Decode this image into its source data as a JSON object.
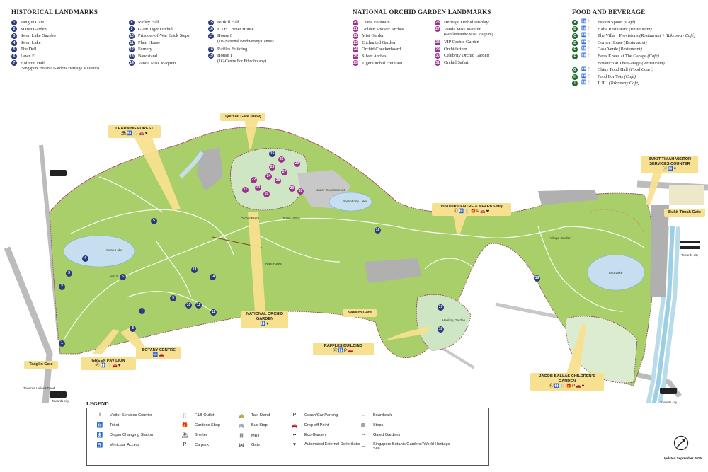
{
  "historical": {
    "title": "HISTORICAL LANDMARKS",
    "col1": [
      {
        "n": "1",
        "t": "Tanglin Gate"
      },
      {
        "n": "2",
        "t": "Marsh Garden"
      },
      {
        "n": "3",
        "t": "Swan Lake Gazebo"
      },
      {
        "n": "4",
        "t": "Swan Lake"
      },
      {
        "n": "5",
        "t": "The Dell"
      },
      {
        "n": "6",
        "t": "Lawn E"
      },
      {
        "n": "7",
        "t": "Holttum Hall",
        "s": "(Singapore Botanic Gardens Heritage Museum)"
      }
    ],
    "col2": [
      {
        "n": "8",
        "t": "Ridley Hall"
      },
      {
        "n": "9",
        "t": "Giant Tiger Orchid"
      },
      {
        "n": "10",
        "t": "Prisoner-of-War Brick Steps"
      },
      {
        "n": "11",
        "t": "Plant House"
      },
      {
        "n": "12",
        "t": "Fernery"
      },
      {
        "n": "13",
        "t": "Bandstand"
      },
      {
        "n": "14",
        "t": "Vanda Miss Joaquim"
      }
    ],
    "col3": [
      {
        "n": "15",
        "t": "Burkill Hall"
      },
      {
        "n": "16",
        "t": "E J H Corner House"
      },
      {
        "n": "17",
        "t": "House 6",
        "s": "(1B-National Biodiversity Centre)"
      },
      {
        "n": "18",
        "t": "Raffles Building"
      },
      {
        "n": "19",
        "t": "House 1",
        "s": "(1G-Centre For Ethnobotany)"
      }
    ]
  },
  "orchid": {
    "title": "NATIONAL ORCHID GARDEN LANDMARKS",
    "col1": [
      {
        "n": "20",
        "t": "Crane Fountain"
      },
      {
        "n": "21",
        "t": "Golden Shower Arches"
      },
      {
        "n": "22",
        "t": "Mist Garden"
      },
      {
        "n": "23",
        "t": "Enchanted Garden"
      },
      {
        "n": "24",
        "t": "Orchid Checkerboard"
      },
      {
        "n": "25",
        "t": "Silver Arches"
      },
      {
        "n": "25",
        "t": "Tiger Orchid Fountain"
      }
    ],
    "col2": [
      {
        "n": "26",
        "t": "Heritage Orchid Display"
      },
      {
        "n": "27",
        "t": "Vanda Miss Joaquim",
        "s": "(Papilionanthe Miss Joaquim)"
      },
      {
        "n": "28",
        "t": "VIP Orchid Garden"
      },
      {
        "n": "29",
        "t": "Orchidarium"
      },
      {
        "n": "30",
        "t": "Celebrity Orchid Garden"
      },
      {
        "n": "31",
        "t": "Orchid Safari"
      }
    ]
  },
  "food": {
    "title": "FOOD AND BEVERAGE",
    "items": [
      {
        "n": "A",
        "t": "Fusion Spoon",
        "i": "(Café)"
      },
      {
        "n": "B",
        "t": "Halia Restaurant",
        "i": "(Restaurant)"
      },
      {
        "n": "C",
        "t": "The Villa + Provisions",
        "i": "(Restaurant + Takeaway Café)"
      },
      {
        "n": "D",
        "t": "Corner House",
        "i": "(Restaurant)"
      },
      {
        "n": "E",
        "t": "Casa Verde",
        "i": "(Restaurant)"
      },
      {
        "n": "F",
        "t": "Bee's Knees at The Garage",
        "i": "(Café)",
        "t2": "Botanico at The Garage",
        "i2": "(Restaurant)"
      },
      {
        "n": "G",
        "t": "Chiny Food Hall",
        "i": "(Food Court)"
      },
      {
        "n": "H",
        "t": "Food For Tots",
        "i": "(Café)"
      },
      {
        "n": "I",
        "t": "JUJU",
        "i": "(Takeaway Café)"
      }
    ]
  },
  "callouts": {
    "learning_forest": "LEARNING FOREST",
    "tyersall_gate": "Tyersall Gate (New)",
    "visitor_centre": "VISITOR CENTRE & NPARKS HQ",
    "bukit_timah_centre": "BUKIT TIMAH VISITOR SERVICES COUNTER",
    "bukit_timah_gate": "Bukit Timah Gate",
    "national_orchid": "NATIONAL ORCHID GARDEN",
    "nassim_gate": "Nassim Gate",
    "raffles_building": "RAFFLES BUILDING",
    "botany_centre": "BOTANY CENTRE",
    "green_pavilion": "GREEN PAVILION",
    "tanglin_gate": "Tanglin Gate",
    "jacob_ballas": "JACOB BALLAS CHILDREN'S GARDEN"
  },
  "map_labels": {
    "swan_lake": "Swan Lake",
    "symphony_lake": "Symphony Lake",
    "eco_lake": "Eco-Lake",
    "palm_valley": "Palm Valley",
    "rain_forest": "Rain Forest",
    "under_development": "Under Development",
    "orchid_plaza": "Orchid Plaza",
    "healing_garden": "Healing Garden",
    "foliage_garden": "Foliage Garden",
    "lawn_e": "Lawn E",
    "towards_holland": "Towards Holland Road",
    "towards_city": "Towards city",
    "towards_city2": "Towards city",
    "towards_city3": "Towards city"
  },
  "legend": {
    "title": "LEGEND",
    "items": [
      {
        "sym": "i",
        "t": "Visitor Services Counter"
      },
      {
        "sym": "🚻",
        "t": "Toilet"
      },
      {
        "sym": "🚼",
        "t": "Diaper Changing Station"
      },
      {
        "sym": "♿",
        "t": "Vehicular Access"
      },
      {
        "sym": "🍴",
        "t": "F&B Outlet"
      },
      {
        "sym": "🎁",
        "t": "Gardens Shop"
      },
      {
        "sym": "⛱",
        "t": "Shelter"
      },
      {
        "sym": "P",
        "t": "Carpark"
      },
      {
        "sym": "🚕",
        "t": "Taxi Stand"
      },
      {
        "sym": "🚌",
        "t": "Bus Stop"
      },
      {
        "sym": "Ⓜ",
        "t": "MRT"
      },
      {
        "sym": "⋈",
        "t": "Gate"
      },
      {
        "sym": "P",
        "t": "Coach/Car Parking"
      },
      {
        "sym": "🚗",
        "t": "Drop-off Point"
      },
      {
        "sym": "┅",
        "t": "Eco-Garden"
      },
      {
        "sym": "♥",
        "t": "Automated External Defibrillator"
      },
      {
        "sym": "━",
        "t": "Boardwalk"
      },
      {
        "sym": "▥",
        "t": "Steps"
      },
      {
        "sym": "┄",
        "t": "Gated Gardens"
      },
      {
        "sym": "┈",
        "t": "Singapore Botanic Gardens' World Heritage Site"
      }
    ]
  },
  "updated": "Updated September 2016",
  "colors": {
    "park": "#a9cf6a",
    "orchid": "#cfe6c4",
    "water": "#c5dff0",
    "road": "#b8b8b8",
    "callout": "#f7e08f",
    "hist": "#2a3a7c",
    "orch": "#9b2f8f",
    "food": "#1f6b2c"
  }
}
